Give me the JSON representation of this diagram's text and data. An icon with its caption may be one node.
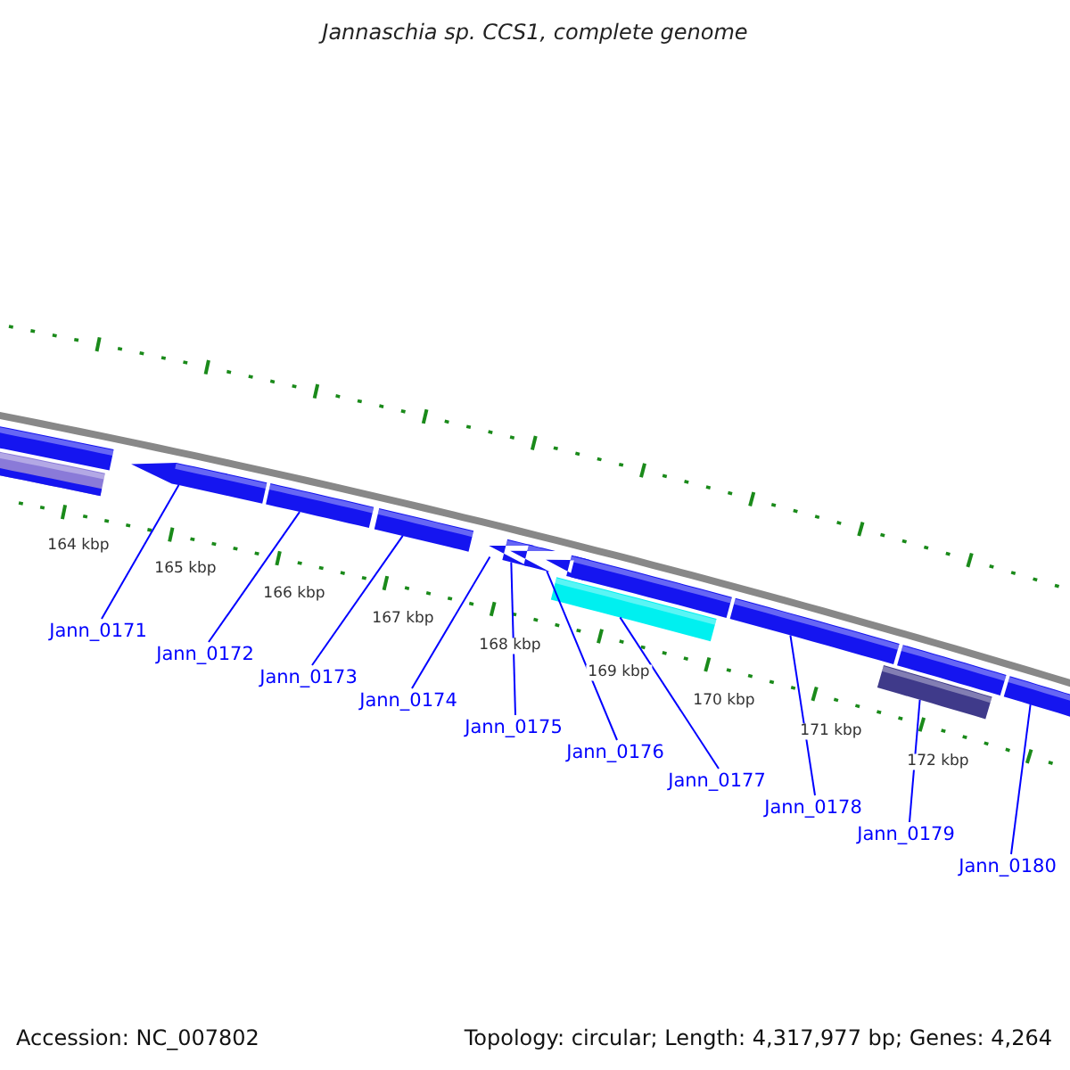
{
  "diagram": {
    "title": "Jannaschia sp. CCS1, complete genome",
    "nodes": [
      {
        "text": [
          "Jann_0171"
        ]
      },
      {
        "text": [
          "Jann_0172"
        ]
      },
      {
        "text": [
          "Jann_0173"
        ]
      },
      {
        "text": [
          "Jann_0174"
        ]
      },
      {
        "text": [
          "Jann_0175"
        ]
      },
      {
        "text": [
          "Jann_0176"
        ]
      },
      {
        "text": [
          "Jann_0177"
        ]
      },
      {
        "text": [
          "Jann_0178"
        ]
      },
      {
        "text": [
          "Jann_0179"
        ]
      },
      {
        "text": [
          "Jann_0180"
        ]
      },
      {
        "text": [],
        "shape": "bar"
      },
      {
        "text": [],
        "shape": "bar"
      },
      {
        "text": [],
        "shape": "bar"
      },
      {
        "text": [],
        "shape": "bar"
      },
      {
        "text": [],
        "shape": "bar"
      },
      {
        "text": [],
        "shape": "bar"
      },
      {
        "text": [],
        "shape": "bar"
      },
      {
        "text": [],
        "shape": "bar"
      },
      {
        "text": [],
        "shape": "bar"
      },
      {
        "text": [],
        "shape": "bar"
      },
      {
        "text": [],
        "shape": "bar"
      },
      {
        "text": [],
        "shape": "bar"
      },
      {
        "text": [],
        "shape": "bar"
      },
      {
        "text": [],
        "shape": "bar"
      }
    ],
    "edges": [
      {
        "from": 0,
        "to": 12,
        "arrow": "none"
      },
      {
        "from": 1,
        "to": 13,
        "arrow": "none"
      },
      {
        "from": 2,
        "to": 14,
        "arrow": "none"
      },
      {
        "from": 3,
        "to": 15,
        "arrow": "none"
      },
      {
        "from": 4,
        "to": 16,
        "arrow": "none"
      },
      {
        "from": 5,
        "to": 17,
        "arrow": "none"
      },
      {
        "from": 6,
        "to": 18,
        "arrow": "none"
      },
      {
        "from": 7,
        "to": 20,
        "arrow": "none"
      },
      {
        "from": 8,
        "to": 21,
        "arrow": "none"
      },
      {
        "from": 9,
        "to": 23,
        "arrow": "none"
      }
    ],
    "labels": [
      "164 kbp",
      "165 kbp",
      "166 kbp",
      "167 kbp",
      "168 kbp",
      "169 kbp",
      "170 kbp",
      "171 kbp",
      "172 kbp",
      "Accession: NC_007802",
      "Topology: circular; Length: 4,317,977 bp; Genes: 4,264"
    ]
  }
}
